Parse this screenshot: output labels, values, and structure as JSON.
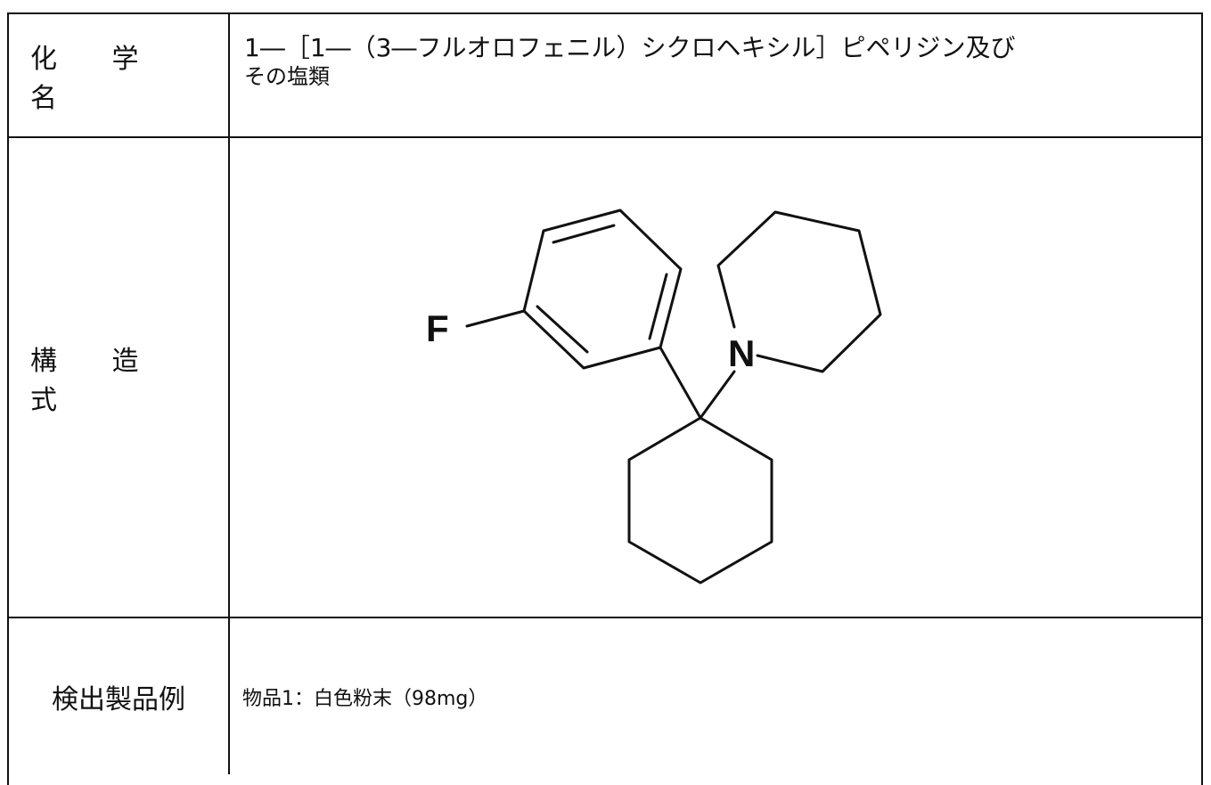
{
  "page_heading": "",
  "table": {
    "chemical_name": {
      "label": "化 学 名",
      "line1": "1―［1―（3―フルオロフェニル）シクロヘキシル］ピペリジン及び",
      "line2": "その塩類"
    },
    "structure": {
      "label": "構 造 式",
      "atoms": {
        "fluorine": "F",
        "nitrogen": "N"
      }
    },
    "detected_products": {
      "label": "検出製品例",
      "item": "物品1：白色粉末（98mg）"
    }
  }
}
